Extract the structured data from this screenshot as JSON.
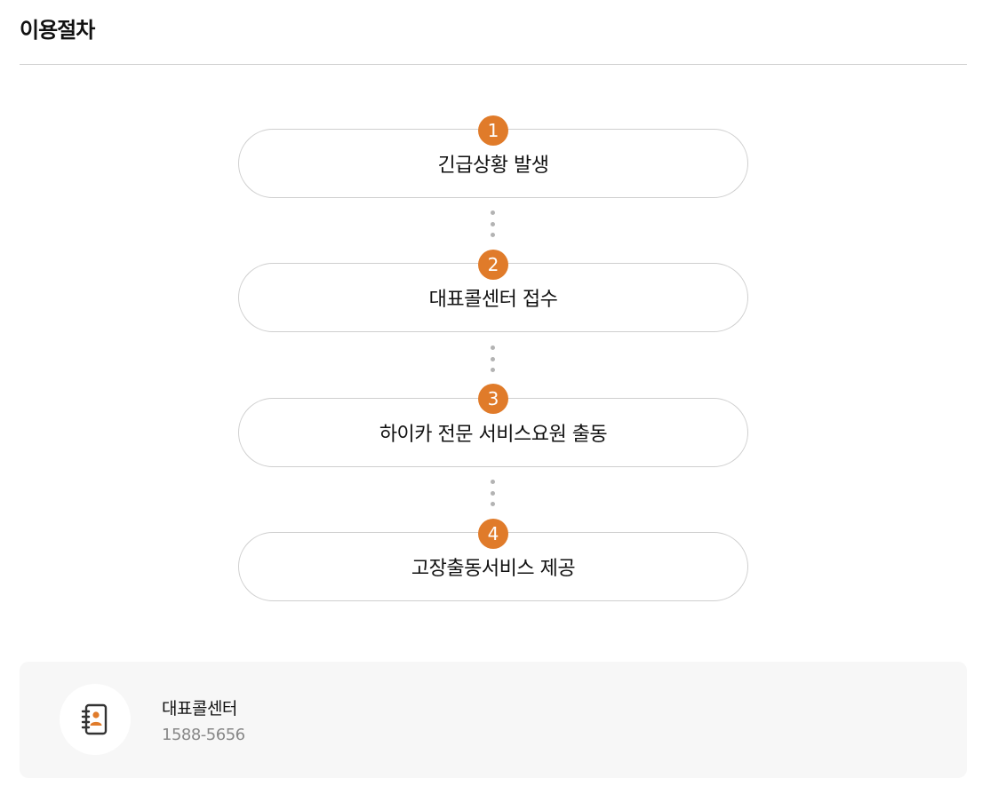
{
  "page": {
    "title": "이용절차"
  },
  "steps": [
    {
      "number": "1",
      "label": "긴급상황 발생"
    },
    {
      "number": "2",
      "label": "대표콜센터 접수"
    },
    {
      "number": "3",
      "label": "하이카 전문 서비스요원 출동"
    },
    {
      "number": "4",
      "label": "고장출동서비스 제공"
    }
  ],
  "contact": {
    "icon": "contact-book-icon",
    "name": "대표콜센터",
    "phone": "1588-5656"
  },
  "colors": {
    "accent": "#e07b2a",
    "divider": "#cfcfcf",
    "card_bg": "#f7f7f7",
    "muted_text": "#888888"
  }
}
